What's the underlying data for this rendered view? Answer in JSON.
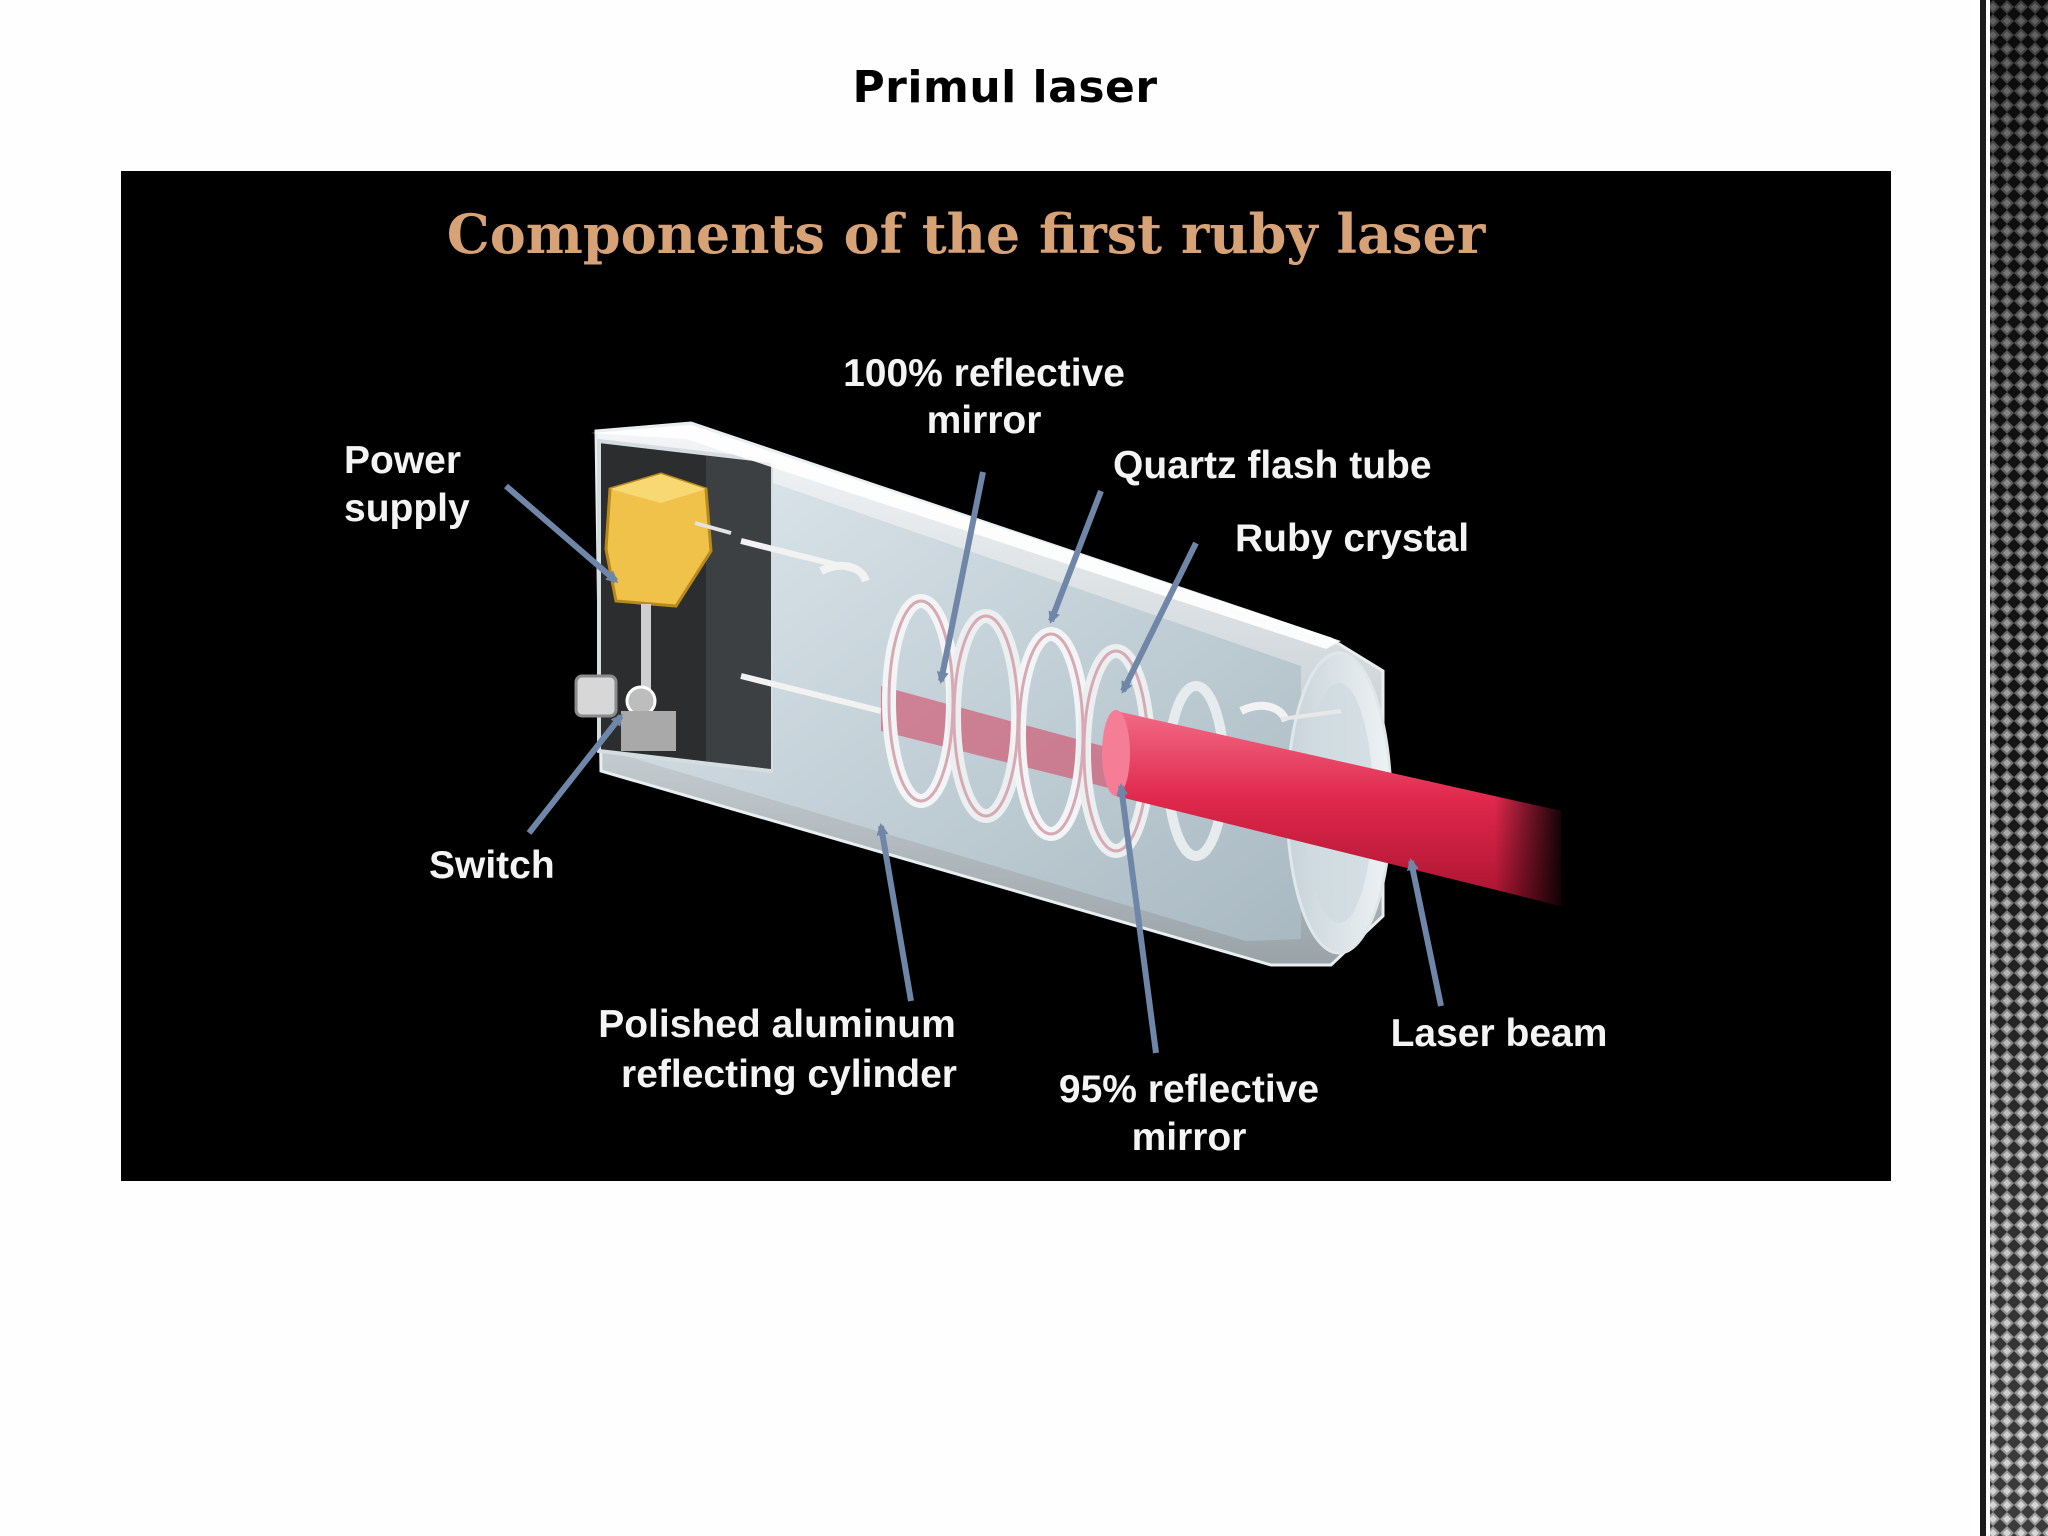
{
  "slide": {
    "title": "Primul laser"
  },
  "diagram": {
    "title": "Components of the first ruby laser",
    "labels": {
      "mirror_100_line1": "100% reflective",
      "mirror_100_line2": "mirror",
      "power_line1": "Power",
      "power_line2": "supply",
      "quartz": "Quartz flash tube",
      "ruby": "Ruby crystal",
      "switch": "Switch",
      "cylinder_line1": "Polished aluminum",
      "cylinder_line2": "reflecting cylinder",
      "mirror_95_line1": "95% reflective",
      "mirror_95_line2": "mirror",
      "beam": "Laser beam"
    },
    "colors": {
      "title": "#d8a277",
      "label": "#f4f4f4",
      "arrow": "#6f86a8",
      "beam": "#e0284c",
      "power_supply": "#f0c24a"
    }
  }
}
